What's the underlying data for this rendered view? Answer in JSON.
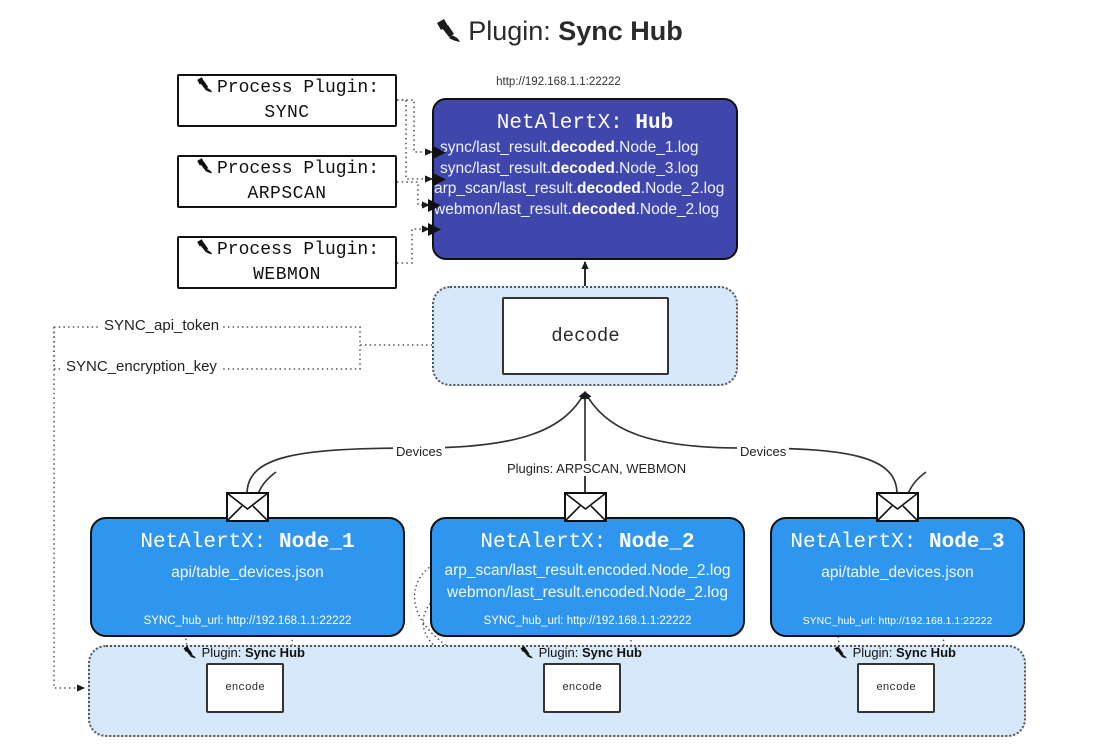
{
  "title": {
    "icon": "plug-icon",
    "prefix": "Plugin:",
    "name": "Sync Hub"
  },
  "process_plugins": [
    {
      "icon": "plug-icon",
      "label": "Process Plugin:",
      "name": "SYNC"
    },
    {
      "icon": "plug-icon",
      "label": "Process Plugin:",
      "name": "ARPSCAN"
    },
    {
      "icon": "plug-icon",
      "label": "Process Plugin:",
      "name": "WEBMON"
    }
  ],
  "hub": {
    "url": "http://192.168.1.1:22222",
    "title_prefix": "NetAlertX:",
    "title_name": "Hub",
    "logs": [
      {
        "pre": "sync/last_result.",
        "em": "decoded",
        "post": ".Node_1.log"
      },
      {
        "pre": "sync/last_result.",
        "em": "decoded",
        "post": ".Node_3.log"
      },
      {
        "pre": "arp_scan/last_result.",
        "em": "decoded",
        "post": ".Node_2.log"
      },
      {
        "pre": "webmon/last_result.",
        "em": "decoded",
        "post": ".Node_2.log"
      }
    ]
  },
  "decode": {
    "label": "decode"
  },
  "secrets": [
    {
      "label": "SYNC_api_token"
    },
    {
      "label": "SYNC_encryption_key"
    }
  ],
  "edge_labels": {
    "devices_left": "Devices",
    "plugins_center": "Plugins: ARPSCAN, WEBMON",
    "devices_right": "Devices"
  },
  "nodes": [
    {
      "icon": "envelope-icon",
      "title_prefix": "NetAlertX:",
      "title_name": "Node_1",
      "lines": [
        "api/table_devices.json"
      ],
      "footer": "SYNC_hub_url: http://192.168.1.1:22222"
    },
    {
      "icon": "envelope-icon",
      "title_prefix": "NetAlertX:",
      "title_name": "Node_2",
      "lines": [
        "arp_scan/last_result.encoded.Node_2.log",
        "webmon/last_result.encoded.Node_2.log"
      ],
      "footer": "SYNC_hub_url: http://192.168.1.1:22222"
    },
    {
      "icon": "envelope-icon",
      "title_prefix": "NetAlertX:",
      "title_name": "Node_3",
      "lines": [
        "api/table_devices.json"
      ],
      "footer": "SYNC_hub_url: http://192.168.1.1:22222"
    }
  ],
  "encoders": [
    {
      "icon": "plug-icon",
      "label_prefix": "Plugin:",
      "label_name": "Sync Hub",
      "box": "encode"
    },
    {
      "icon": "plug-icon",
      "label_prefix": "Plugin:",
      "label_name": "Sync Hub",
      "box": "encode"
    },
    {
      "icon": "plug-icon",
      "label_prefix": "Plugin:",
      "label_name": "Sync Hub",
      "box": "encode"
    }
  ],
  "colors": {
    "hub_fill": "#3f47ad",
    "node_fill": "#2f96f0",
    "panel_fill": "#d6e8fa",
    "stroke": "#111111",
    "background": "#ffffff"
  }
}
